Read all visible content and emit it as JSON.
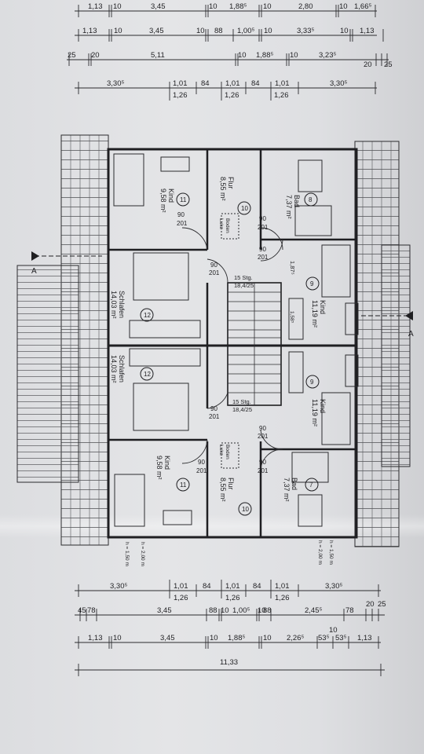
{
  "dimensions": {
    "top": [
      {
        "row": 1,
        "labels": [
          "1,13",
          "10",
          "3,45",
          "10",
          "1,88⁵",
          "10",
          "2,80",
          "10",
          "1,66⁵"
        ]
      },
      {
        "row": 2,
        "labels": [
          "1,13",
          "10",
          "3,45",
          "10",
          "88",
          "1,00⁵",
          "10",
          "3,33⁵",
          "10",
          "1,13"
        ]
      },
      {
        "row": 3,
        "labels": [
          "25",
          "20",
          "5,11",
          "10",
          "1,88⁵",
          "10",
          "3,23⁵",
          "20",
          "25"
        ]
      },
      {
        "row": 4,
        "labels": [
          "3,30⁵",
          "1,01",
          "84",
          "1,01",
          "84",
          "1,01",
          "3,30⁵"
        ],
        "sub": [
          "1,26",
          "1,26",
          "1,26"
        ]
      }
    ],
    "bottom": [
      {
        "row": 1,
        "labels": [
          "3,30⁵",
          "1,01",
          "84",
          "1,01",
          "84",
          "1,01",
          "3,30⁵"
        ],
        "sub": [
          "1,26",
          "1,26",
          "1,26"
        ]
      },
      {
        "row": 2,
        "labels": [
          "45",
          "78",
          "3,45",
          "88",
          "10",
          "1,00⁵",
          "10",
          "88",
          "2,45⁵",
          "78",
          "20",
          "25"
        ]
      },
      {
        "row": 3,
        "labels": [
          "1,13",
          "10",
          "3,45",
          "10",
          "1,88⁵",
          "10",
          "2,26⁵",
          "10",
          "53⁵",
          "53⁵",
          "1,13"
        ]
      },
      {
        "row": 4,
        "labels": [
          "11,33"
        ]
      }
    ]
  },
  "rooms": [
    {
      "id": "kind-top",
      "number": "11",
      "name": "Kind",
      "area": "9,58 m²"
    },
    {
      "id": "flur-top",
      "number": "10",
      "name": "Flur",
      "area": "8,55 m²"
    },
    {
      "id": "bad-top",
      "number": "8",
      "name": "Bad",
      "area": "7,37 m²"
    },
    {
      "id": "schlafen-top",
      "number": "12",
      "name": "Schlafen",
      "area": "14,03 m²"
    },
    {
      "id": "kind-right-top",
      "number": "9",
      "name": "Kind",
      "area": "11,19 m²"
    },
    {
      "id": "schlafen-bottom",
      "number": "12",
      "name": "Schlafen",
      "area": "14,03 m²"
    },
    {
      "id": "kind-right-bottom",
      "number": "9",
      "name": "Kind",
      "area": "11,19 m²"
    },
    {
      "id": "kind-bottom",
      "number": "11",
      "name": "Kind",
      "area": "9,58 m²"
    },
    {
      "id": "flur-bottom",
      "number": "10",
      "name": "Flur",
      "area": "8,55 m²"
    },
    {
      "id": "bad-bottom",
      "number": "7",
      "name": "Bad",
      "area": "7,37 m²"
    }
  ],
  "doors": {
    "top_kind": [
      "90",
      "201"
    ],
    "top_bad": [
      "90",
      "201"
    ],
    "top_kind9": [
      "90",
      "201"
    ],
    "top_schlafen": [
      "90",
      "201"
    ],
    "bottom_schlafen": [
      "90",
      "201"
    ],
    "bottom_kind9": [
      "90",
      "201"
    ],
    "bottom_kind": [
      "90",
      "201"
    ],
    "bottom_bad": [
      "90",
      "201"
    ]
  },
  "stairs": {
    "top": {
      "line1": "15 Stg.",
      "line2": "18,4/25"
    },
    "bottom": {
      "line1": "15 Stg.",
      "line2": "18,4/25"
    }
  },
  "hatch": {
    "top": {
      "line1": "Boden",
      "line2": "Luke"
    },
    "bottom": {
      "line1": "Boden",
      "line2": "Luke"
    }
  },
  "misc": {
    "stair_dim": "1,87⁵",
    "stair_dim2": "1,58⁵",
    "section_left": "A",
    "section_right": "A",
    "height_1": "h = 1,50 m",
    "height_2": "h = 2,00 m",
    "height_3": "h = 1,50 m",
    "height_4": "h = 2,00 m"
  }
}
